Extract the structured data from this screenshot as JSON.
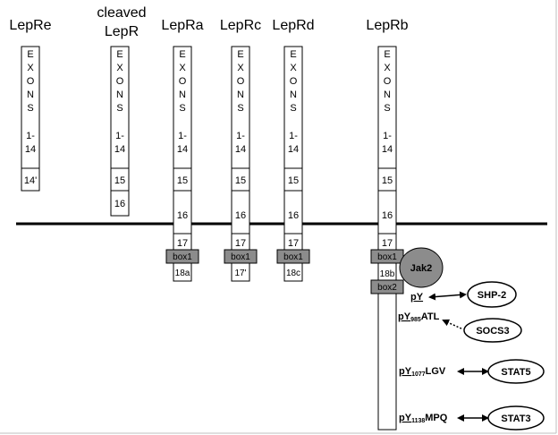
{
  "headers": {
    "lepre": "LepRe",
    "cleaved_line1": "cleaved",
    "cleaved_line2": "LepR",
    "lepra": "LepRa",
    "leprc": "LepRc",
    "leprd": "LepRd",
    "leprb": "LepRb"
  },
  "exons_letters": [
    "E",
    "X",
    "O",
    "N",
    "S"
  ],
  "exons_range": [
    "1-",
    "14"
  ],
  "exon_labels": {
    "e14p": "14'",
    "e15": "15",
    "e16": "16",
    "e17": "17",
    "e17p": "17'",
    "e18a": "18a",
    "e18c": "18c",
    "e18b": "18b",
    "box1": "box1",
    "box2": "box2"
  },
  "jak2": "Jak2",
  "sites": {
    "py": "pY",
    "py985_pre": "pY",
    "py985_sub": "985",
    "py985_post": "ATL",
    "py1077_pre": "pY",
    "py1077_sub": "1077",
    "py1077_post": "LGV",
    "py1138_pre": "pY",
    "py1138_sub": "1138",
    "py1138_post": "MPQ"
  },
  "partners": {
    "shp2": "SHP-2",
    "socs3": "SOCS3",
    "stat5": "STAT5",
    "stat3": "STAT3"
  },
  "colors": {
    "box_fill": "#8c8c8c",
    "jak2_fill": "#8c8c8c",
    "line": "#000000"
  }
}
